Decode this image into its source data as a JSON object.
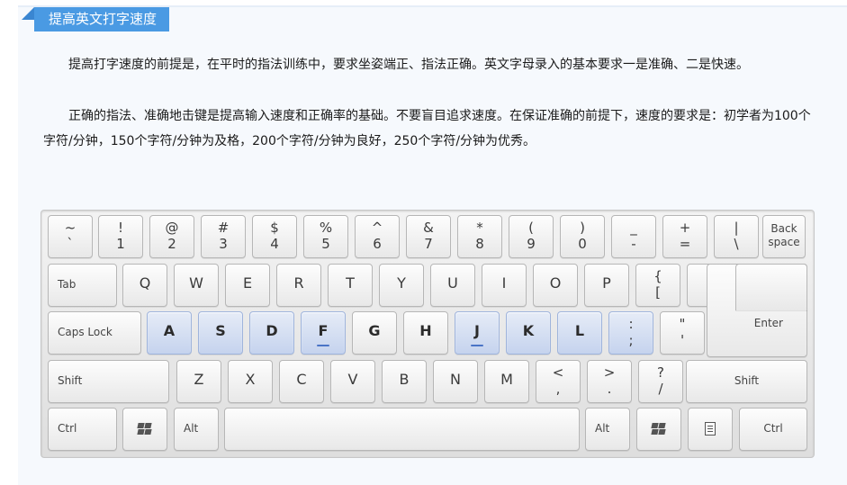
{
  "section": {
    "title": "提高英文打字速度"
  },
  "content": {
    "p1": "提高打字速度的前提是，在平时的指法训练中，要求坐姿端正、指法正确。英文字母录入的基本要求一是准确、二是快速。",
    "p2": "正确的指法、准确地击键是提高输入速度和正确率的基础。不要盲目追求速度。在保证准确的前提下，速度的要求是：初学者为100个字符/分钟，150个字符/分钟为及格，200个字符/分钟为良好，250个字符/分钟为优秀。"
  },
  "keyboard": {
    "home_row_highlight_color": "#c5d3ee",
    "row1": [
      {
        "top": "~",
        "bottom": "`"
      },
      {
        "top": "!",
        "bottom": "1"
      },
      {
        "top": "@",
        "bottom": "2"
      },
      {
        "top": "#",
        "bottom": "3"
      },
      {
        "top": "$",
        "bottom": "4"
      },
      {
        "top": "%",
        "bottom": "5"
      },
      {
        "top": "^",
        "bottom": "6"
      },
      {
        "top": "&",
        "bottom": "7"
      },
      {
        "top": "*",
        "bottom": "8"
      },
      {
        "top": "(",
        "bottom": "9"
      },
      {
        "top": ")",
        "bottom": "0"
      },
      {
        "top": "_",
        "bottom": "-"
      },
      {
        "top": "+",
        "bottom": "="
      },
      {
        "top": "|",
        "bottom": "\\"
      }
    ],
    "backspace": {
      "line1": "Back",
      "line2": "space"
    },
    "tab": "Tab",
    "row2": [
      "Q",
      "W",
      "E",
      "R",
      "T",
      "Y",
      "U",
      "I",
      "O",
      "P"
    ],
    "row2_brackets": [
      {
        "top": "{",
        "bottom": "["
      },
      {
        "top": "}",
        "bottom": "]"
      }
    ],
    "caps": "Caps Lock",
    "row3": [
      "A",
      "S",
      "D",
      "F",
      "G",
      "H",
      "J",
      "K",
      "L"
    ],
    "row3_home": [
      true,
      true,
      true,
      true,
      false,
      false,
      true,
      true,
      true
    ],
    "row3_bumps": [
      false,
      false,
      false,
      true,
      false,
      false,
      true,
      false,
      false
    ],
    "semicolon": {
      "top": ":",
      "bottom": ";",
      "home": true
    },
    "quote": {
      "top": "\"",
      "bottom": "'"
    },
    "enter": "Enter",
    "shift_left": "Shift",
    "row4": [
      "Z",
      "X",
      "C",
      "V",
      "B",
      "N",
      "M"
    ],
    "row4_punct": [
      {
        "top": "<",
        "bottom": ","
      },
      {
        "top": ">",
        "bottom": "."
      },
      {
        "top": "?",
        "bottom": "/"
      }
    ],
    "shift_right": "Shift",
    "ctrl_left": "Ctrl",
    "alt_left": "Alt",
    "alt_right": "Alt",
    "ctrl_right": "Ctrl",
    "icons": {
      "win_left": "windows-logo-icon",
      "win_right": "windows-logo-icon",
      "menu": "context-menu-icon"
    }
  }
}
